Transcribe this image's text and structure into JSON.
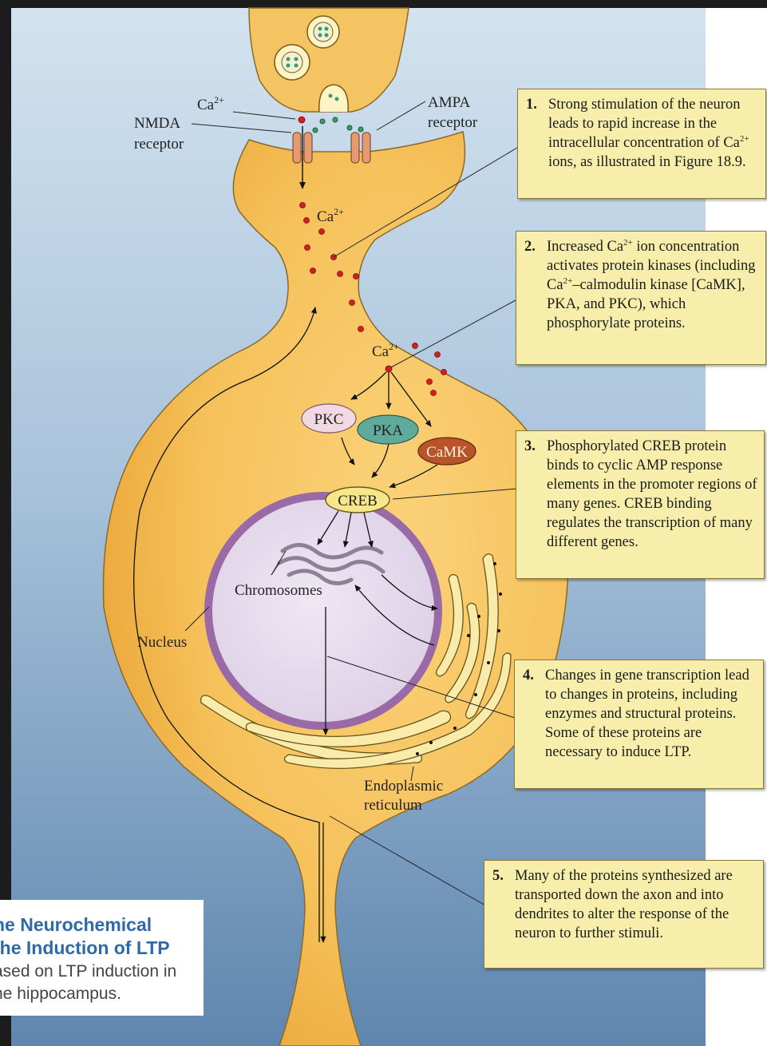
{
  "labels": {
    "ca_top": "Ca",
    "nmda": "NMDA",
    "receptor_left": "receptor",
    "ampa": "AMPA",
    "receptor_right": "receptor",
    "ca_mid": "Ca",
    "ca_low": "Ca",
    "charge": "2+",
    "pkc": "PKC",
    "pka": "PKA",
    "camk": "CaMK",
    "creb": "CREB",
    "chromosomes": "Chromosomes",
    "nucleus": "Nucleus",
    "er_line1": "Endoplasmic",
    "er_line2": "reticulum"
  },
  "steps": [
    {
      "num": "1.",
      "html": "Strong stimulation of the neuron leads to rapid increase in the intracellular concentration of Ca<sup>2+</sup> ions, as illustrated in Figure 18.9."
    },
    {
      "num": "2.",
      "html": "Increased Ca<sup>2+</sup> ion concentration activates protein kinases (including Ca<sup>2+</sup>–calmodulin kinase [CaMK], PKA, and PKC), which phosphorylate proteins."
    },
    {
      "num": "3.",
      "html": "Phosphorylated CREB protein binds to cyclic AMP response elements in the promoter regions of many genes. CREB binding regulates the transcription of many different genes."
    },
    {
      "num": "4.",
      "html": "Changes in gene transcription lead to changes in proteins, including enzymes and structural proteins. Some of these proteins are necessary to induce LTP."
    },
    {
      "num": "5.",
      "html": "Many of the proteins synthesized are transported down the axon and into dendrites to alter the response of the neuron to further stimuli."
    }
  ],
  "caption": {
    "line1": "he Neurochemical",
    "line2": "the Induction of LTP",
    "line3": "ased on LTP induction in",
    "line4": "he hippocampus."
  },
  "colors": {
    "background_top": "#c9dcea",
    "background_bottom": "#6a8fb5",
    "neuron": "#f6c35e",
    "neuron_dark": "#e89a2a",
    "nucleus": "#e6dbee",
    "nucleus_ring": "#9a6aa6",
    "calcium": "#d21f1f",
    "pkc": "#f0d6e0",
    "pka": "#5faa9a",
    "camk": "#b8532a",
    "creb": "#f7e78a",
    "box": "#f7eeab"
  }
}
